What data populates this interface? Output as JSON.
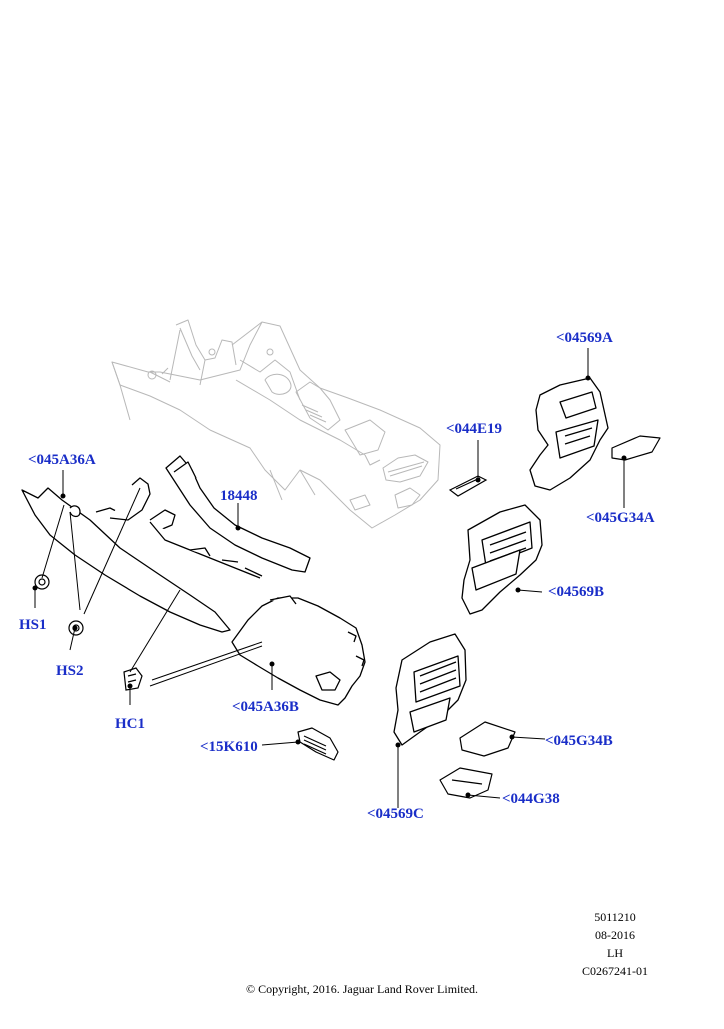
{
  "colors": {
    "callout": "#1a2ec8",
    "line": "#000000",
    "ghost": "#b8b8b8"
  },
  "callouts": {
    "c04569A": "<04569A",
    "c044E19": "<044E19",
    "c045A36A": "<045A36A",
    "c18448": "18448",
    "c045G34A": "<045G34A",
    "c04569B": "<04569B",
    "cHS1": "HS1",
    "cHS2": "HS2",
    "cHC1": "HC1",
    "c045A36B": "<045A36B",
    "c15K610": "<15K610",
    "c045G34B": "<045G34B",
    "c044G38": "<044G38",
    "c04569C": "<04569C"
  },
  "meta": {
    "ref_number": "5011210",
    "date": "08-2016",
    "side": "LH",
    "drawing_id": "C0267241-01"
  },
  "copyright": "© Copyright, 2016. Jaguar Land Rover Limited."
}
